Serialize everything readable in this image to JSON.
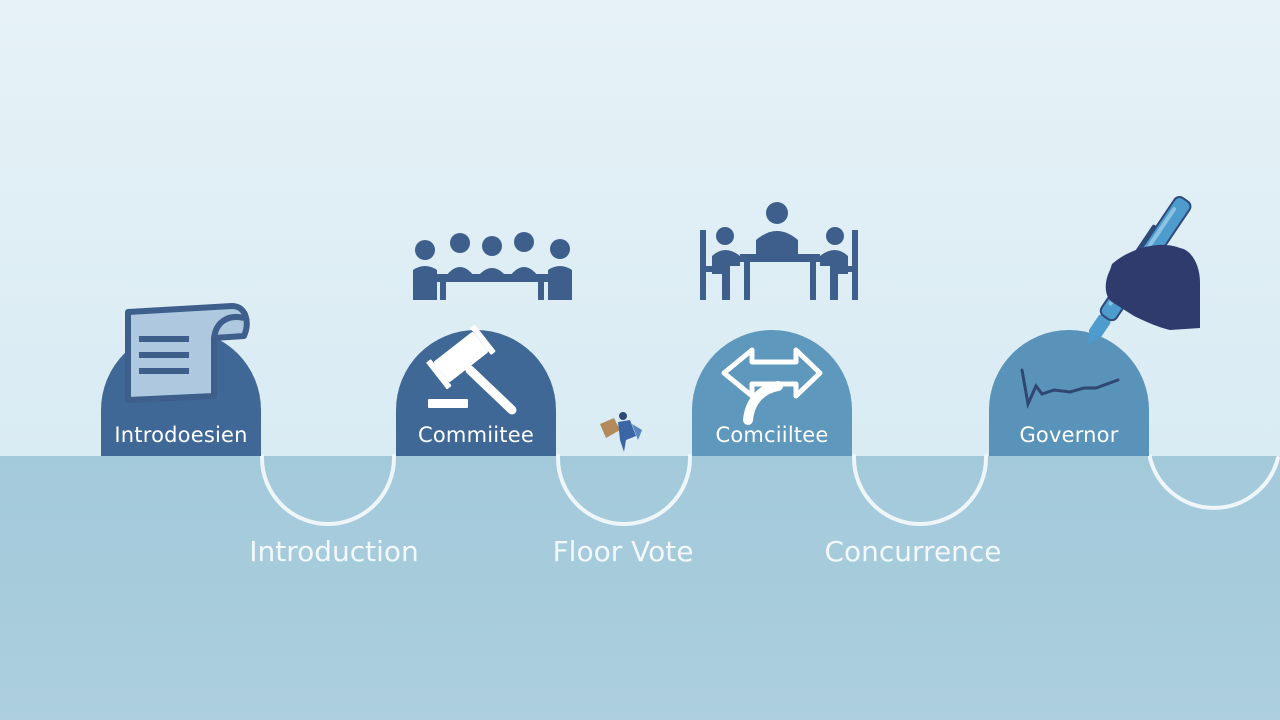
{
  "stages": [
    {
      "label": "Introdoesien",
      "icon": "scroll-document-icon",
      "color": "#3f6897"
    },
    {
      "label": "Commiitee",
      "icon": "gavel-icon",
      "color": "#3f6897"
    },
    {
      "label": "Comciiltee",
      "icon": "double-arrow-icon",
      "color": "#5f98bd"
    },
    {
      "label": "Governor",
      "icon": "signature-icon",
      "color": "#5a93b9"
    }
  ],
  "steps": [
    {
      "label": "Introduction"
    },
    {
      "label": "Floor Vote"
    },
    {
      "label": "Concurrence"
    }
  ],
  "colors": {
    "sky": "#e3f0f6",
    "ground": "#a6cbdb",
    "dark_icon": "#3e5f8c",
    "pen": "#4d9ccd",
    "hand": "#2f3a6d",
    "connector": "#f2f8fb"
  },
  "icons": [
    "committee-meeting-icon",
    "conference-table-icon",
    "hand-pen-icon",
    "small-figure-icon"
  ]
}
